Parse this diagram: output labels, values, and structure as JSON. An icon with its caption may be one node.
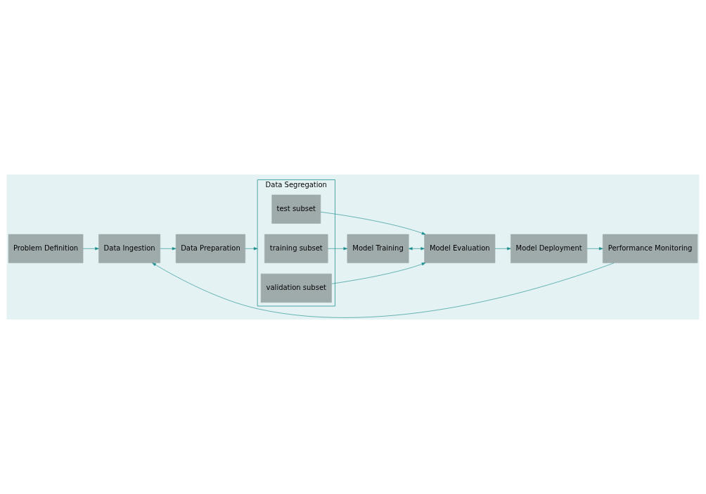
{
  "diagram": {
    "nodes": [
      {
        "text": [
          "Problem Definition"
        ]
      },
      {
        "text": [
          "Data Ingestion"
        ]
      },
      {
        "text": [
          "Data Preparation"
        ]
      },
      {
        "text": [
          "Data Segregation"
        ]
      },
      {
        "text": [
          "test subset"
        ],
        "in": 3
      },
      {
        "text": [
          "training subset"
        ],
        "in": 3
      },
      {
        "text": [
          "validation subset"
        ],
        "in": 3
      },
      {
        "text": [
          "Model Training"
        ]
      },
      {
        "text": [
          "Model Evaluation"
        ]
      },
      {
        "text": [
          "Model Deployment"
        ]
      },
      {
        "text": [
          "Performance Monitoring"
        ]
      }
    ],
    "edges": [
      {
        "from": 0,
        "to": 1,
        "arrow": "to"
      },
      {
        "from": 1,
        "to": 2,
        "arrow": "to"
      },
      {
        "from": 2,
        "to": 3,
        "arrow": "to"
      },
      {
        "from": 4,
        "to": 8,
        "arrow": "to"
      },
      {
        "from": 5,
        "to": 7,
        "arrow": "to"
      },
      {
        "from": 7,
        "to": 8,
        "arrow": "both"
      },
      {
        "from": 6,
        "to": 8,
        "arrow": "to"
      },
      {
        "from": 8,
        "to": 9,
        "arrow": "to"
      },
      {
        "from": 9,
        "to": 10,
        "arrow": "to"
      },
      {
        "from": 10,
        "to": 1,
        "arrow": "to"
      }
    ]
  }
}
